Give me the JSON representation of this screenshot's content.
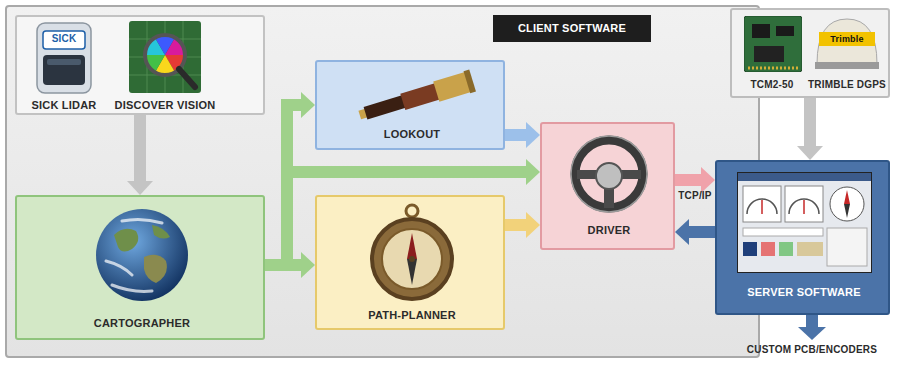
{
  "diagram": {
    "nodes": [
      {
        "text": [
          "CLIENT SOFTWARE"
        ]
      },
      {
        "text": [
          "SICK LIDAR",
          "DISCOVER VISION"
        ],
        "in": 0
      },
      {
        "text": [
          "CARTOGRAPHER"
        ],
        "in": 0
      },
      {
        "text": [
          "LOOKOUT"
        ],
        "in": 0
      },
      {
        "text": [
          "PATH-PLANNER"
        ],
        "in": 0
      },
      {
        "text": [
          "DRIVER"
        ],
        "in": 0
      },
      {
        "text": [
          "TCM2-50",
          "TRIMBLE DGPS"
        ]
      },
      {
        "text": [
          "SERVER SOFTWARE"
        ]
      }
    ],
    "edges": [
      {
        "from": 1,
        "to": 2,
        "arrow": "to"
      },
      {
        "from": 2,
        "to": 3,
        "arrow": "to"
      },
      {
        "from": 2,
        "to": 5,
        "arrow": "to"
      },
      {
        "from": 2,
        "to": 4,
        "arrow": "to"
      },
      {
        "from": 3,
        "to": 5,
        "arrow": "to"
      },
      {
        "from": 4,
        "to": 5,
        "arrow": "to"
      },
      {
        "from": 5,
        "to": 7,
        "label": "TCP/IP",
        "arrow": "to"
      },
      {
        "from": 7,
        "to": 5,
        "arrow": "to"
      },
      {
        "from": 6,
        "to": 7,
        "arrow": "to"
      }
    ],
    "labels": [
      "SICK",
      "Trimble",
      "CUSTOM PCB/ENCODERS"
    ]
  }
}
